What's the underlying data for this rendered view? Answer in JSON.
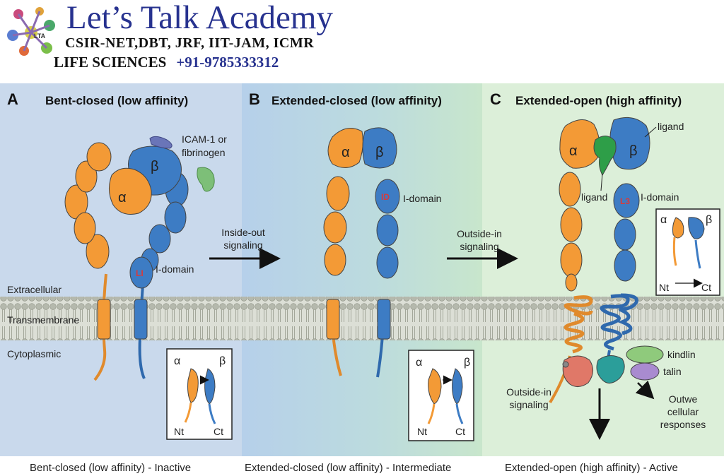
{
  "header": {
    "title": "Let’s Talk Academy",
    "subtitle": "CSIR-NET,DBT, JRF, IIT-JAM, ICMR",
    "line3": "LIFE SCIENCES",
    "phone": "+91-9785333312",
    "logo_text": "LTA"
  },
  "panels": [
    {
      "letter": "A",
      "title": "Bent-closed (low affinity)",
      "caption": "Bent-closed (low affinity) - Inactive"
    },
    {
      "letter": "B",
      "title": "Extended-closed (low affinity)",
      "caption": "Extended-closed (low affinity) - Intermediate"
    },
    {
      "letter": "C",
      "title": "Extended-open (high affinity)",
      "caption": "Extended-open (high affinity) - Active"
    }
  ],
  "membrane_labels": {
    "extracellular": "Extracellular",
    "transmembrane": "Transmembrane",
    "cytoplasmic": "Cytoplasmic"
  },
  "subunits": {
    "alpha": "α",
    "beta": "β"
  },
  "panel_a": {
    "ligand_label_1": "ICAM-1 or",
    "ligand_label_2": "fibrinogen",
    "domain_tag": "LI",
    "domain_label": "I-domain"
  },
  "arrow_1": {
    "line1": "Inside-out",
    "line2": "signaling"
  },
  "panel_b": {
    "domain_tag": "ID",
    "domain_label": "I-domain"
  },
  "arrow_2": {
    "line1": "Outside-in",
    "line2": "signaling"
  },
  "panel_c": {
    "ligand_top": "ligand",
    "ligand_mid": "ligand",
    "domain_tag": "L3",
    "domain_label": "I-domain",
    "kindlin": "kindlin",
    "talin": "talin",
    "outside_in_1": "Outside-in",
    "outside_in_2": "signaling",
    "responses_1": "Outwe",
    "responses_2": "cellular",
    "responses_3": "responses"
  },
  "insets": {
    "nt": "Nt",
    "ct": "Ct"
  },
  "colors": {
    "alpha": "#f39a36",
    "beta": "#3d7cc4",
    "panel_a_bg": "#c9d9ec",
    "panel_c_bg": "#dcefd9",
    "membrane": "#c3c6bd",
    "brand": "#27328f"
  }
}
